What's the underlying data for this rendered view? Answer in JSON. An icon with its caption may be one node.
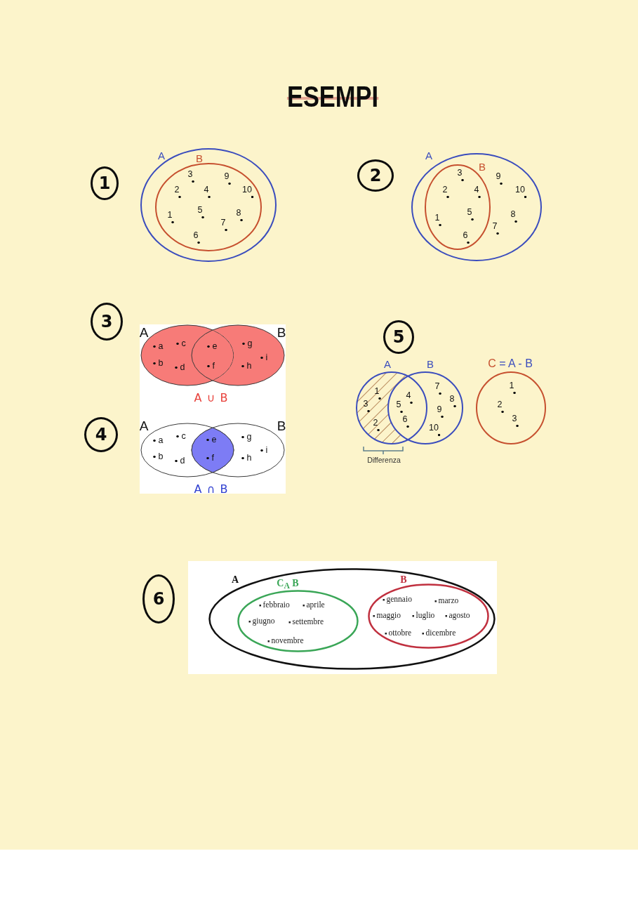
{
  "diagram": {
    "title": "ESEMPI",
    "nodes": [
      {
        "text": [
          "1"
        ]
      },
      {
        "text": [
          "A"
        ]
      },
      {
        "text": [
          "B",
          "3",
          "9",
          "2",
          "4",
          "10",
          "1",
          "5",
          "8",
          "7",
          "6"
        ],
        "in": 1
      },
      {
        "text": [
          "2"
        ]
      },
      {
        "text": [
          "A",
          "9",
          "10",
          "8",
          "7"
        ]
      },
      {
        "text": [
          "B",
          "3",
          "2",
          "4",
          "1",
          "5",
          "6"
        ],
        "in": 4
      },
      {
        "text": [
          "3"
        ]
      },
      {
        "text": [
          "A",
          "a",
          "c",
          "b",
          "d"
        ]
      },
      {
        "text": [
          "B",
          "g",
          "i",
          "h"
        ]
      },
      {
        "text": [
          "5"
        ]
      },
      {
        "text": [
          "A",
          "1",
          "3",
          "2"
        ]
      },
      {
        "text": [
          "B",
          "7",
          "8",
          "9",
          "10"
        ]
      },
      {
        "text": [
          "C = A - B",
          "1",
          "2",
          "3"
        ]
      },
      {
        "text": [
          "4"
        ]
      },
      {
        "text": [
          "A",
          "a",
          "c",
          "b",
          "d"
        ]
      },
      {
        "text": [
          "B",
          "g",
          "i",
          "h"
        ]
      },
      {
        "text": [
          "e",
          "f"
        ]
      },
      {
        "text": [
          "6"
        ]
      },
      {
        "text": [
          "A"
        ]
      },
      {
        "text": [
          "C$_{A}$ B",
          "febbraio",
          "aprile",
          "giugno",
          "settembre",
          "novembre"
        ],
        "in": 18
      },
      {
        "text": [
          "B",
          "gennaio",
          "marzo",
          "maggio",
          "luglio",
          "agosto",
          "ottobre",
          "dicembre"
        ],
        "in": 18
      }
    ],
    "labels": [
      "e",
      "f",
      "A ∪ B",
      "4",
      "5",
      "6",
      "Differenza",
      "A ∩ B"
    ]
  }
}
